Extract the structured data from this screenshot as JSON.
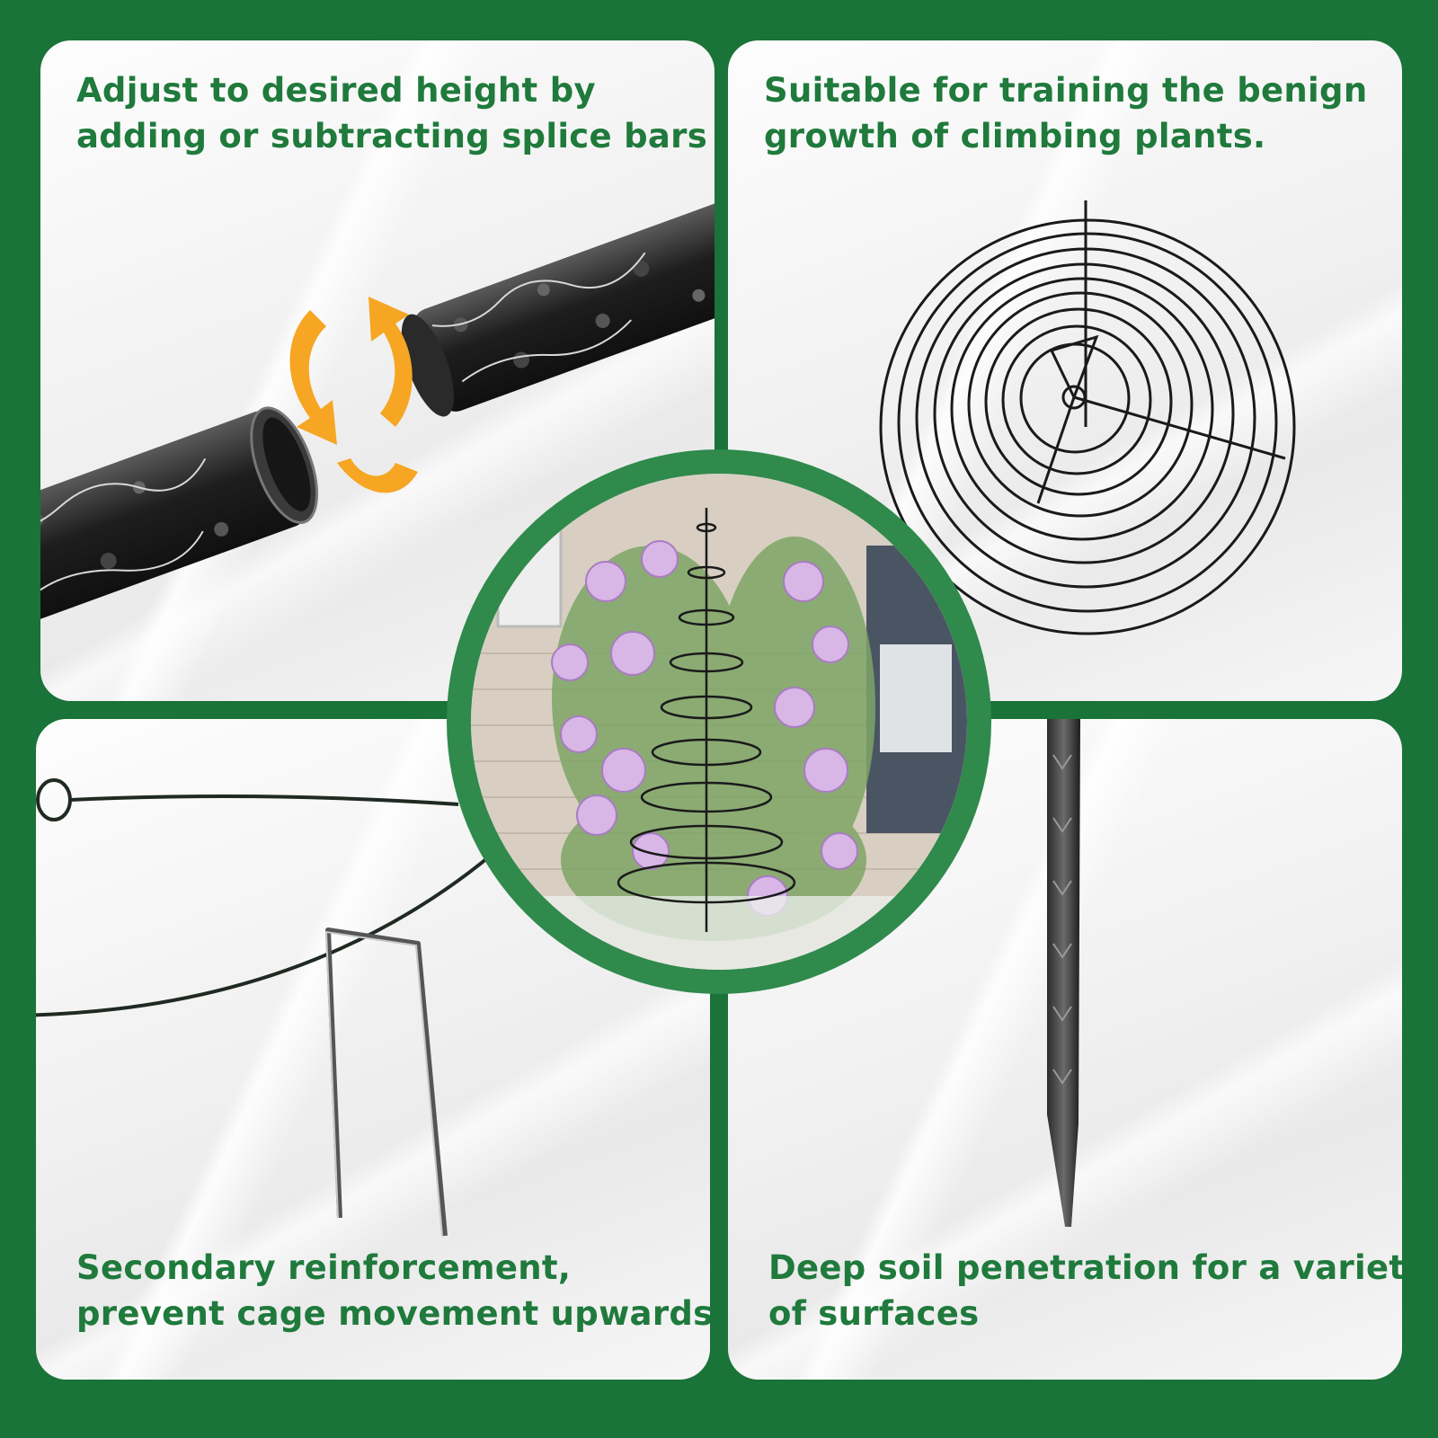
{
  "panels": {
    "top_left": {
      "caption_lines": [
        "Adjust to desired height by",
        "adding or subtracting splice bars"
      ],
      "icon": "rotate-arrows-icon"
    },
    "top_right": {
      "caption_lines": [
        "Suitable for training the benign",
        "growth of climbing plants."
      ]
    },
    "bottom_left": {
      "caption_lines": [
        "Secondary reinforcement,",
        "prevent cage movement upwards"
      ]
    },
    "bottom_right": {
      "caption_lines": [
        "Deep soil penetration for a variety",
        "of surfaces"
      ]
    }
  },
  "colors": {
    "background": "#1a7338",
    "caption_text": "#1f7a3c",
    "accent_arrows": "#f6a623",
    "metal": "#1c1c1c"
  }
}
